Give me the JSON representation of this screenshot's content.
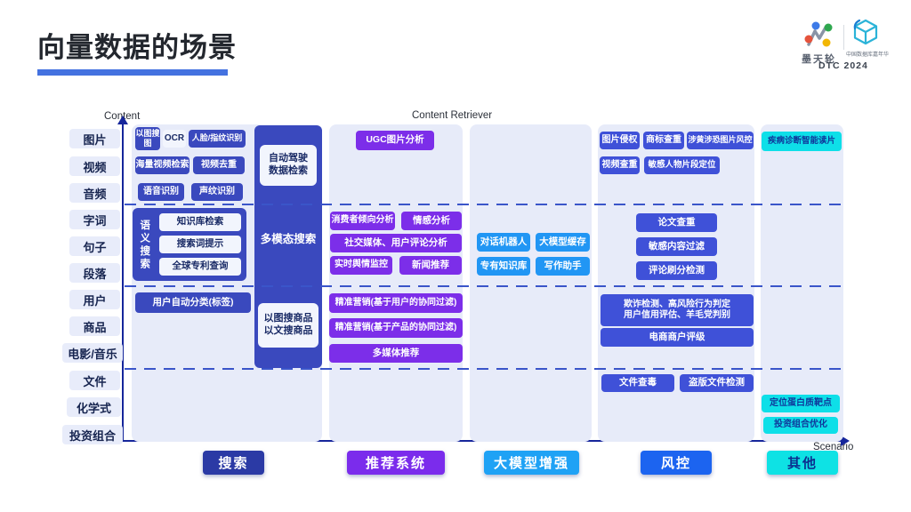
{
  "title": {
    "text": "向量数据的场景"
  },
  "header": {
    "logo_left": "墨天轮",
    "logo_right": "中国数据库嘉年华",
    "event": "DTC 2024"
  },
  "axes": {
    "y_label": "Content",
    "top_label": "Content Retriever",
    "x_label": "Scenario"
  },
  "rows": [
    "图片",
    "视频",
    "音频",
    "字词",
    "句子",
    "段落",
    "用户",
    "商品",
    "电影/音乐",
    "文件",
    "化学式",
    "投资组合"
  ],
  "scenarios": {
    "search": "搜索",
    "recommend": "推荐系统",
    "llm": "大模型增强",
    "risk": "风控",
    "other": "其他"
  },
  "items": {
    "image_by_image": "以图搜图",
    "ocr": "OCR",
    "face_fingerprint": "人脸/指纹识别",
    "video_retrieval": "海量视频检索",
    "video_dedup": "视频去重",
    "speech_recognition": "语音识别",
    "voiceprint": "声纹识别",
    "autodrive": "自动驾驶\n数据检索",
    "multimodal": "多模态搜索",
    "product_search": "以图搜商品\n以文搜商品",
    "semantic_search": "语义搜索",
    "kb_retrieval": "知识库检索",
    "search_suggest": "搜索词提示",
    "patent_query": "全球专利查询",
    "user_classify": "用户自动分类(标签)",
    "ugc_image": "UGC图片分析",
    "consumer_analysis": "消费者倾向分析",
    "sentiment": "情感分析",
    "social_media": "社交媒体、用户评论分析",
    "opinion_monitor": "实时舆情监控",
    "news_rec": "新闻推荐",
    "marketing_user": "精准营销(基于用户的协同过滤)",
    "marketing_item": "精准营销(基于产品的协同过滤)",
    "multimedia_rec": "多媒体推荐",
    "chatbot": "对话机器人",
    "llm_cache": "大模型缓存",
    "private_kb": "专有知识库",
    "writing_assistant": "写作助手",
    "img_infringe": "图片侵权",
    "trademark_check": "商标查重",
    "porn_terror": "涉黄涉恐图片风控",
    "video_check": "视频查重",
    "sensitive_person": "敏感人物片段定位",
    "paper_check": "论文查重",
    "content_filter": "敏感内容过滤",
    "review_detect": "评论刷分检测",
    "fraud": "欺诈检测、高风险行为判定\n用户信用评估、羊毛党判别",
    "merchant_rating": "电商商户评级",
    "virus_scan": "文件查毒",
    "pirate_detect": "盗版文件检测",
    "disease_diagnosis": "疾病诊断智能读片",
    "protein_target": "定位蛋白质靶点",
    "portfolio_opt": "投资组合优化"
  },
  "colors": {
    "dark_blue": "#3A49BE",
    "purple": "#7C2EE9",
    "light_blue": "#2196F4",
    "indigo": "#3F51D8",
    "cyan": "#0EDFE8",
    "underline": "#4472E0",
    "axis": "#16269B"
  }
}
